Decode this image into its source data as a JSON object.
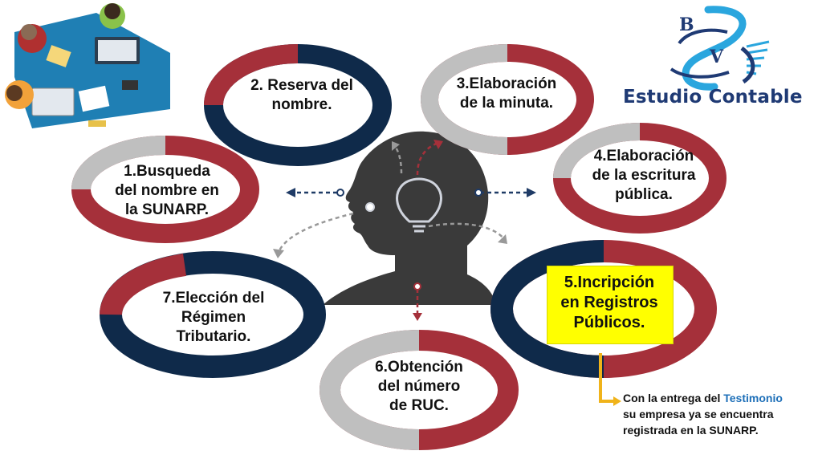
{
  "logo": {
    "letter_b": "B",
    "letter_v": "V",
    "name": "Estudio Contable",
    "colors": {
      "navy": "#1f3a74",
      "cyan": "#2aa6de"
    }
  },
  "steps": [
    {
      "id": 1,
      "lines": [
        "1.Busqueda",
        "del nombre en",
        "la SUNARP."
      ]
    },
    {
      "id": 2,
      "lines": [
        "2. Reserva del",
        "nombre."
      ]
    },
    {
      "id": 3,
      "lines": [
        "3.Elaboración",
        "de la minuta."
      ]
    },
    {
      "id": 4,
      "lines": [
        "4.Elaboración",
        "de la escritura",
        "pública."
      ]
    },
    {
      "id": 5,
      "lines": [
        "5.Incripción",
        "en Registros",
        "Públicos."
      ],
      "highlight": true
    },
    {
      "id": 6,
      "lines": [
        "6.Obtención",
        "del número",
        "de RUC."
      ]
    },
    {
      "id": 7,
      "lines": [
        "7.Elección del",
        "Régimen",
        "Tributario."
      ]
    }
  ],
  "note": {
    "prefix": "Con la entrega del ",
    "highlight": "Testimonio",
    "line2": "su empresa ya se encuentra",
    "line3": "registrada en la SUNARP."
  },
  "colors": {
    "ring_red": "#a5303a",
    "ring_navy": "#0f2a4a",
    "ring_grey": "#bfbfbf",
    "head": "#3a3a3a",
    "highlight_bg": "#ffff00",
    "arrow_orange": "#f0b31a",
    "note_accent": "#1d6fb8"
  },
  "icons": [
    "team-desk-illustration",
    "head-silhouette-icon",
    "lightbulb-icon",
    "bv-logo-icon"
  ]
}
